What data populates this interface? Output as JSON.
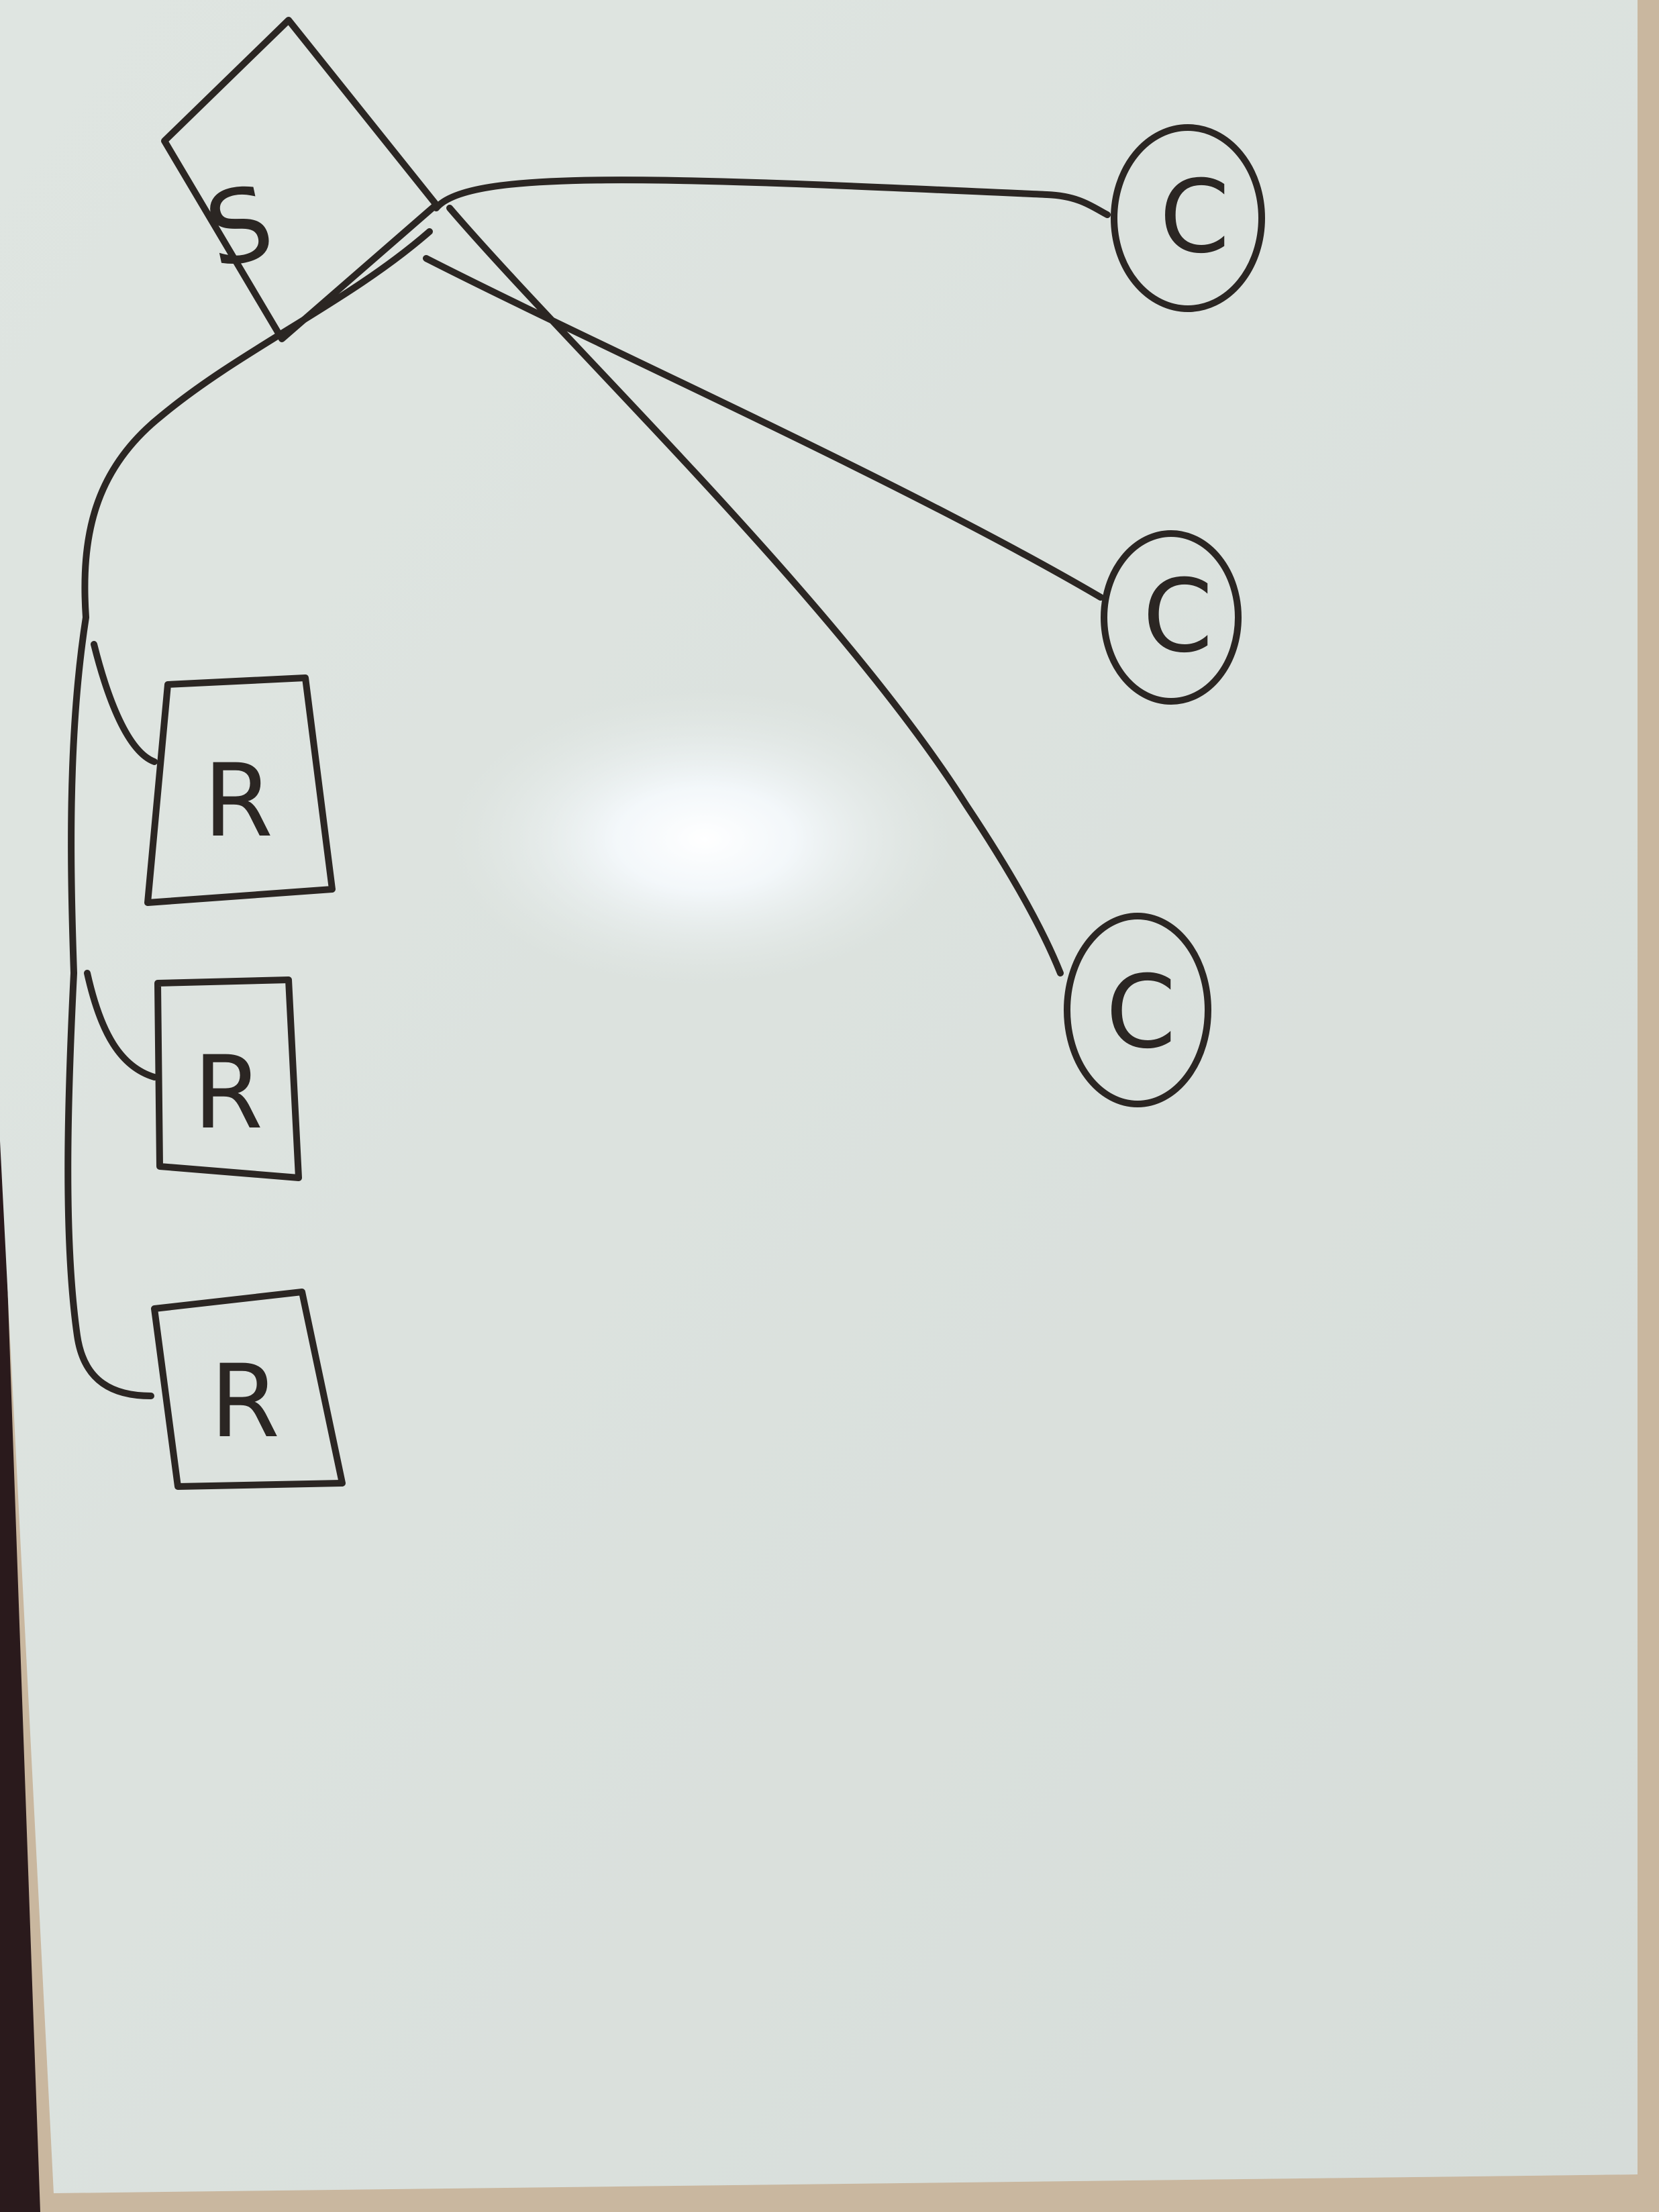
{
  "board": {
    "background": "#dfe5e1",
    "frame_color": "#c9b79f",
    "ink_color": "#2b2623"
  },
  "nodes": {
    "server": {
      "label": "S",
      "shape": "square"
    },
    "replicas": [
      {
        "label": "R",
        "shape": "square"
      },
      {
        "label": "R",
        "shape": "square"
      },
      {
        "label": "R",
        "shape": "square"
      }
    ],
    "clients": [
      {
        "label": "C",
        "shape": "circle"
      },
      {
        "label": "C",
        "shape": "circle"
      },
      {
        "label": "C",
        "shape": "circle"
      }
    ]
  }
}
